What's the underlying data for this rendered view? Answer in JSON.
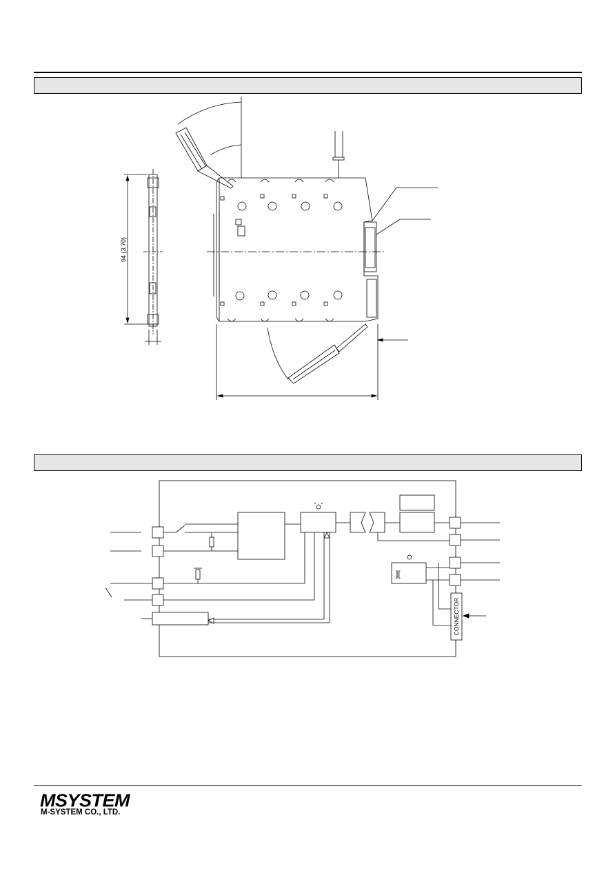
{
  "drawing": {
    "height_dimension": "94 (3.70)"
  },
  "block_diagram": {
    "connector_label": "CONNECTOR"
  },
  "footer": {
    "logo_text": "MSYSTEM",
    "company_name": "M-SYSTEM CO., LTD."
  }
}
